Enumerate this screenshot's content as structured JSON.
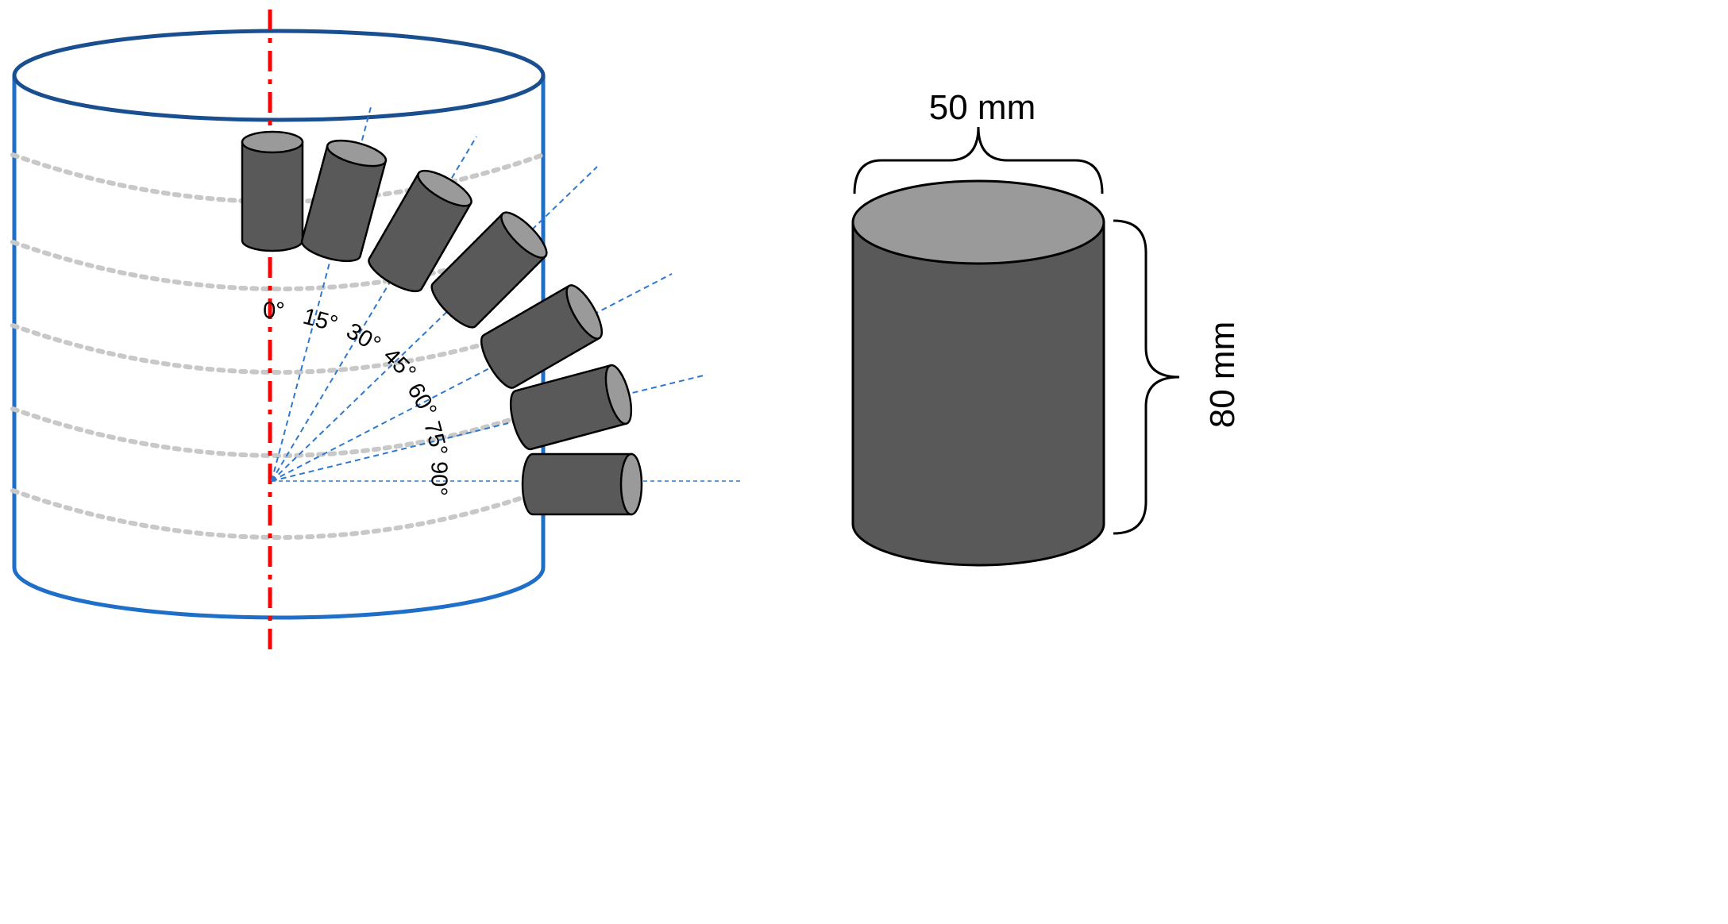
{
  "angles": [
    {
      "label": "0°",
      "value": 0
    },
    {
      "label": "15°",
      "value": 15
    },
    {
      "label": "30°",
      "value": 30
    },
    {
      "label": "45°",
      "value": 45
    },
    {
      "label": "60°",
      "value": 60
    },
    {
      "label": "75°",
      "value": 75
    },
    {
      "label": "90°",
      "value": 90
    }
  ],
  "specimen": {
    "diameter_label": "50 mm",
    "height_label": "80 mm"
  },
  "colors": {
    "cylinder_outline": "#1f6fc8",
    "cylinder_top_ellipse": "#1a4f8f",
    "axis_line": "#ff0000",
    "ray_line": "#2f78d0",
    "layer_dots": "#c8c8c8",
    "specimen_body": "#595959",
    "specimen_top": "#9a9a9a"
  }
}
